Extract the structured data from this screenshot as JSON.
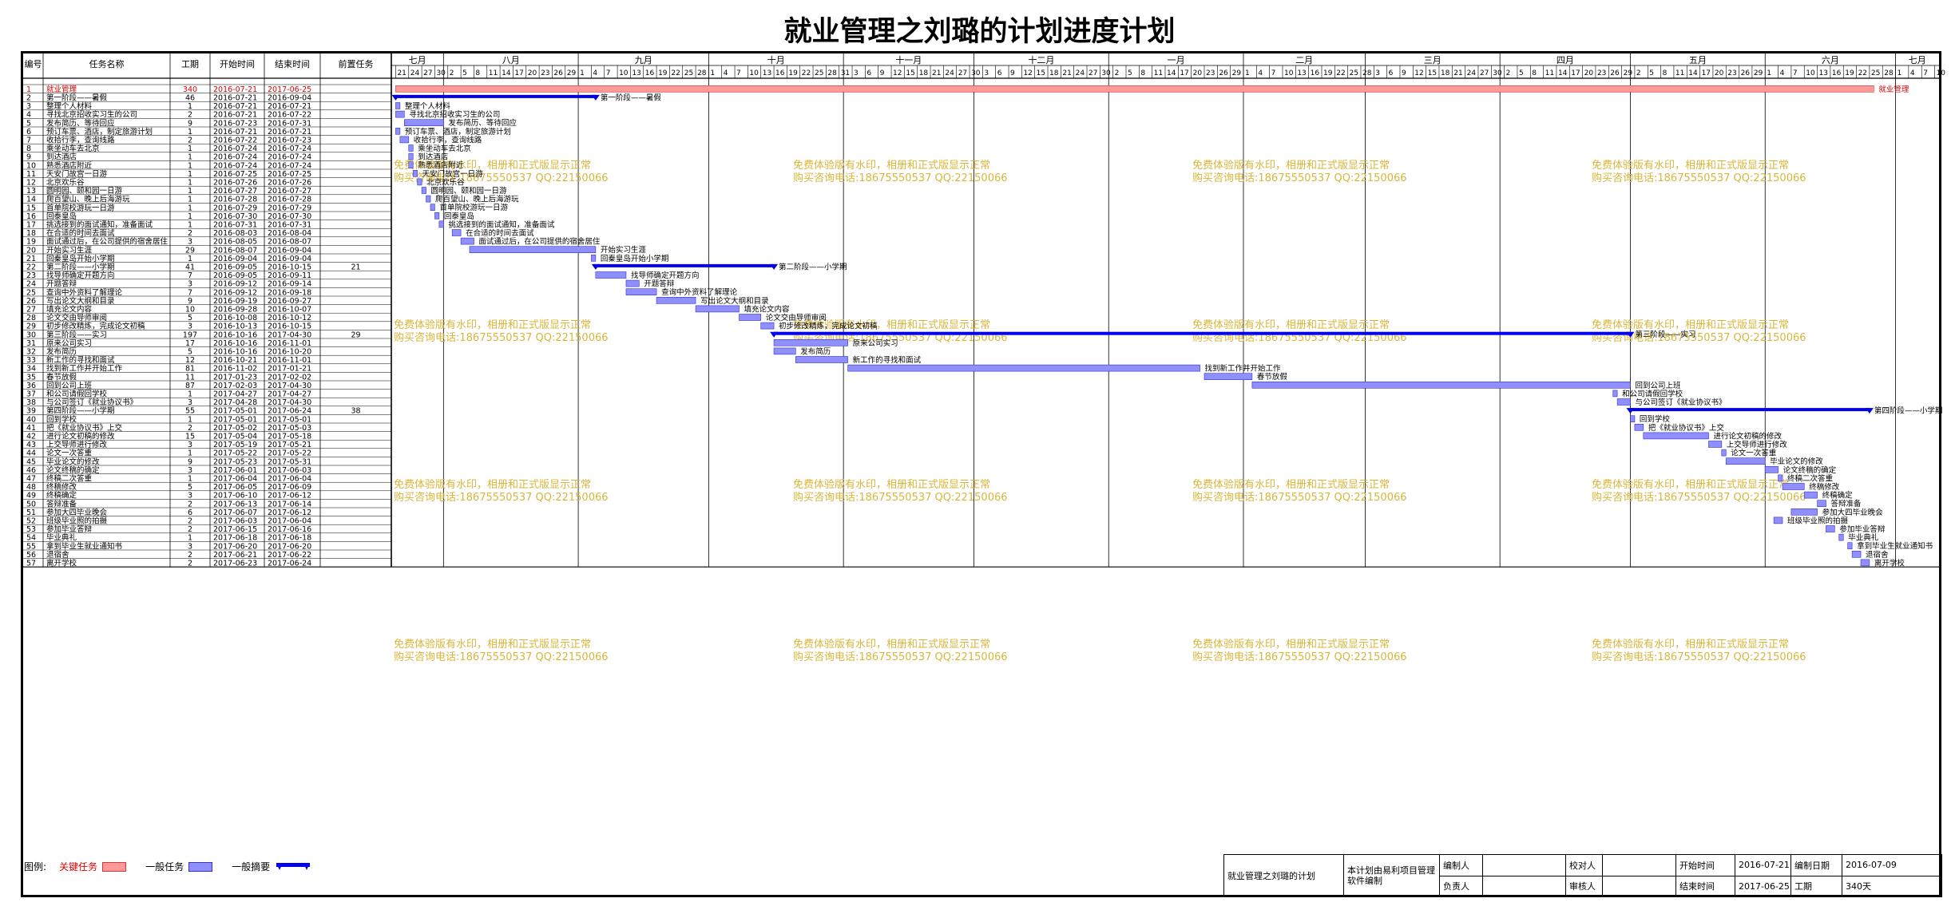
{
  "title": "就业管理之刘璐的计划进度计划",
  "colors": {
    "critical_bar": "#ff9a9a",
    "critical_text": "#dd0000",
    "task_bar": "#8f8fff",
    "summary_bar": "#0000ee",
    "watermark": "#d8b63a"
  },
  "headers": [
    "编号",
    "任务名称",
    "工期",
    "开始时间",
    "结束时间",
    "前置任务"
  ],
  "months": [
    {
      "label": "七月",
      "days": [
        "21",
        "24",
        "27",
        "30"
      ]
    },
    {
      "label": "八月",
      "days": [
        "2",
        "5",
        "8",
        "11",
        "14",
        "17",
        "20",
        "23",
        "26",
        "29"
      ]
    },
    {
      "label": "九月",
      "days": [
        "1",
        "4",
        "7",
        "10",
        "13",
        "16",
        "19",
        "22",
        "25",
        "28"
      ]
    },
    {
      "label": "十月",
      "days": [
        "1",
        "4",
        "7",
        "10",
        "13",
        "16",
        "19",
        "22",
        "25",
        "28",
        "31"
      ]
    },
    {
      "label": "十一月",
      "days": [
        "3",
        "6",
        "9",
        "12",
        "15",
        "18",
        "21",
        "24",
        "27",
        "30"
      ]
    },
    {
      "label": "十二月",
      "days": [
        "3",
        "6",
        "9",
        "12",
        "15",
        "18",
        "21",
        "24",
        "27",
        "30"
      ]
    },
    {
      "label": "一月",
      "days": [
        "2",
        "5",
        "8",
        "11",
        "14",
        "17",
        "20",
        "23",
        "26",
        "29"
      ]
    },
    {
      "label": "二月",
      "days": [
        "1",
        "4",
        "7",
        "10",
        "13",
        "16",
        "19",
        "22",
        "25",
        "28"
      ]
    },
    {
      "label": "三月",
      "days": [
        "3",
        "6",
        "9",
        "12",
        "15",
        "18",
        "21",
        "24",
        "27",
        "30"
      ]
    },
    {
      "label": "四月",
      "days": [
        "2",
        "5",
        "8",
        "11",
        "14",
        "17",
        "20",
        "23",
        "26",
        "29"
      ]
    },
    {
      "label": "五月",
      "days": [
        "2",
        "5",
        "8",
        "11",
        "14",
        "17",
        "20",
        "23",
        "26",
        "29"
      ]
    },
    {
      "label": "六月",
      "days": [
        "1",
        "4",
        "7",
        "10",
        "13",
        "16",
        "19",
        "22",
        "25",
        "28"
      ]
    },
    {
      "label": "七月",
      "days": [
        "1",
        "4",
        "7",
        "10"
      ]
    }
  ],
  "chart_data": {
    "type": "gantt",
    "title": "就业管理之刘璐的计划进度计划",
    "timeline_range": [
      "2016-07-20",
      "2017-07-11"
    ],
    "tasks": [
      {
        "id": "1",
        "name": "就业管理",
        "duration": "340",
        "start": "2016-07-21",
        "end": "2017-06-25",
        "pred": "",
        "type": "critical",
        "label": "就业管理"
      },
      {
        "id": "2",
        "name": "第一阶段——暑假",
        "duration": "46",
        "start": "2016-07-21",
        "end": "2016-09-04",
        "pred": "",
        "type": "summary",
        "label": "第一阶段——暑假"
      },
      {
        "id": "3",
        "name": "整理个人材料",
        "duration": "1",
        "start": "2016-07-21",
        "end": "2016-07-21",
        "pred": "",
        "type": "task",
        "label": "整理个人材料"
      },
      {
        "id": "4",
        "name": "寻找北京招收实习生的公司",
        "duration": "2",
        "start": "2016-07-21",
        "end": "2016-07-22",
        "pred": "",
        "type": "task",
        "label": "寻找北京招收实习生的公司"
      },
      {
        "id": "5",
        "name": "发布简历、等待回应",
        "duration": "9",
        "start": "2016-07-23",
        "end": "2016-07-31",
        "pred": "",
        "type": "task",
        "label": "发布简历、等待回应"
      },
      {
        "id": "6",
        "name": "预订车票、酒店，制定旅游计划",
        "duration": "1",
        "start": "2016-07-21",
        "end": "2016-07-21",
        "pred": "",
        "type": "task",
        "label": "预订车票、酒店，制定旅游计划"
      },
      {
        "id": "7",
        "name": "收拾行李，查询线路",
        "duration": "2",
        "start": "2016-07-22",
        "end": "2016-07-23",
        "pred": "",
        "type": "task",
        "label": "收拾行李，查询线路"
      },
      {
        "id": "8",
        "name": "乘坐动车去北京",
        "duration": "1",
        "start": "2016-07-24",
        "end": "2016-07-24",
        "pred": "",
        "type": "task",
        "label": "乘坐动车去北京"
      },
      {
        "id": "9",
        "name": "到达酒店",
        "duration": "1",
        "start": "2016-07-24",
        "end": "2016-07-24",
        "pred": "",
        "type": "task",
        "label": "到达酒店"
      },
      {
        "id": "10",
        "name": "熟悉酒店附近",
        "duration": "1",
        "start": "2016-07-24",
        "end": "2016-07-24",
        "pred": "",
        "type": "task",
        "label": "熟悉酒店附近"
      },
      {
        "id": "11",
        "name": "天安门故宫一日游",
        "duration": "1",
        "start": "2016-07-25",
        "end": "2016-07-25",
        "pred": "",
        "type": "task",
        "label": "天安门故宫一日游"
      },
      {
        "id": "12",
        "name": "北京欢乐谷",
        "duration": "1",
        "start": "2016-07-26",
        "end": "2016-07-26",
        "pred": "",
        "type": "task",
        "label": "北京欢乐谷"
      },
      {
        "id": "13",
        "name": "圆明园、颐和园一日游",
        "duration": "1",
        "start": "2016-07-27",
        "end": "2016-07-27",
        "pred": "",
        "type": "task",
        "label": "圆明园、颐和园一日游"
      },
      {
        "id": "14",
        "name": "爬百望山、晚上后海游玩",
        "duration": "1",
        "start": "2016-07-28",
        "end": "2016-07-28",
        "pred": "",
        "type": "task",
        "label": "爬百望山、晚上后海游玩"
      },
      {
        "id": "15",
        "name": "首单院校游玩一日游",
        "duration": "1",
        "start": "2016-07-29",
        "end": "2016-07-29",
        "pred": "",
        "type": "task",
        "label": "首单院校游玩一日游"
      },
      {
        "id": "16",
        "name": "回泰皇岛",
        "duration": "1",
        "start": "2016-07-30",
        "end": "2016-07-30",
        "pred": "",
        "type": "task",
        "label": "回泰皇岛"
      },
      {
        "id": "17",
        "name": "挑选接到的面试通知，准备面试",
        "duration": "1",
        "start": "2016-07-31",
        "end": "2016-07-31",
        "pred": "",
        "type": "task",
        "label": "挑选接到的面试通知，准备面试"
      },
      {
        "id": "18",
        "name": "在合适的时间去面试",
        "duration": "2",
        "start": "2016-08-03",
        "end": "2016-08-04",
        "pred": "",
        "type": "task",
        "label": "在合适的时间去面试"
      },
      {
        "id": "19",
        "name": "面试通过后，在公司提供的宿舍居住",
        "duration": "3",
        "start": "2016-08-05",
        "end": "2016-08-07",
        "pred": "",
        "type": "task",
        "label": "面试通过后，在公司提供的宿舍居住"
      },
      {
        "id": "20",
        "name": "开始实习生涯",
        "duration": "29",
        "start": "2016-08-07",
        "end": "2016-09-04",
        "pred": "",
        "type": "task",
        "label": "开始实习生涯"
      },
      {
        "id": "21",
        "name": "回秦皇岛开始小学期",
        "duration": "1",
        "start": "2016-09-04",
        "end": "2016-09-04",
        "pred": "",
        "type": "task",
        "label": "回秦皇岛开始小学期"
      },
      {
        "id": "22",
        "name": "第二阶段——小学期",
        "duration": "41",
        "start": "2016-09-05",
        "end": "2016-10-15",
        "pred": "21",
        "type": "summary",
        "label": "第二阶段——小学期"
      },
      {
        "id": "23",
        "name": "找导师确定开题方向",
        "duration": "7",
        "start": "2016-09-05",
        "end": "2016-09-11",
        "pred": "",
        "type": "task",
        "label": "找导师确定开题方向"
      },
      {
        "id": "24",
        "name": "开题答辩",
        "duration": "3",
        "start": "2016-09-12",
        "end": "2016-09-14",
        "pred": "",
        "type": "task",
        "label": "开题答辩"
      },
      {
        "id": "25",
        "name": "查询中外资料了解理论",
        "duration": "7",
        "start": "2016-09-12",
        "end": "2016-09-18",
        "pred": "",
        "type": "task",
        "label": "查询中外资料了解理论"
      },
      {
        "id": "26",
        "name": "写出论文大纲和目录",
        "duration": "9",
        "start": "2016-09-19",
        "end": "2016-09-27",
        "pred": "",
        "type": "task",
        "label": "写出论文大纲和目录"
      },
      {
        "id": "27",
        "name": "填充论文内容",
        "duration": "10",
        "start": "2016-09-28",
        "end": "2016-10-07",
        "pred": "",
        "type": "task",
        "label": "填充论文内容"
      },
      {
        "id": "28",
        "name": "论文交由导师审阅",
        "duration": "5",
        "start": "2016-10-08",
        "end": "2016-10-12",
        "pred": "",
        "type": "task",
        "label": "论文交由导师审阅"
      },
      {
        "id": "29",
        "name": "初步修改精炼，完成论文初稿",
        "duration": "3",
        "start": "2016-10-13",
        "end": "2016-10-15",
        "pred": "",
        "type": "task",
        "label": "初步修改精炼，完成论文初稿"
      },
      {
        "id": "30",
        "name": "第三阶段——实习",
        "duration": "197",
        "start": "2016-10-16",
        "end": "2017-04-30",
        "pred": "29",
        "type": "summary",
        "label": "第三阶段——实习"
      },
      {
        "id": "31",
        "name": "原来公司实习",
        "duration": "17",
        "start": "2016-10-16",
        "end": "2016-11-01",
        "pred": "",
        "type": "task",
        "label": "原来公司实习"
      },
      {
        "id": "32",
        "name": "发布简历",
        "duration": "5",
        "start": "2016-10-16",
        "end": "2016-10-20",
        "pred": "",
        "type": "task",
        "label": "发布简历"
      },
      {
        "id": "33",
        "name": "新工作的寻找和面试",
        "duration": "12",
        "start": "2016-10-21",
        "end": "2016-11-01",
        "pred": "",
        "type": "task",
        "label": "新工作的寻找和面试"
      },
      {
        "id": "34",
        "name": "找到新工作并开始工作",
        "duration": "81",
        "start": "2016-11-02",
        "end": "2017-01-21",
        "pred": "",
        "type": "task",
        "label": "找到新工作并开始工作"
      },
      {
        "id": "35",
        "name": "春节放假",
        "duration": "11",
        "start": "2017-01-23",
        "end": "2017-02-02",
        "pred": "",
        "type": "task",
        "label": "春节放假"
      },
      {
        "id": "36",
        "name": "回到公司上班",
        "duration": "87",
        "start": "2017-02-03",
        "end": "2017-04-30",
        "pred": "",
        "type": "task",
        "label": "回到公司上班"
      },
      {
        "id": "37",
        "name": "和公司请假回学校",
        "duration": "1",
        "start": "2017-04-27",
        "end": "2017-04-27",
        "pred": "",
        "type": "task",
        "label": "和公司请假回学校"
      },
      {
        "id": "38",
        "name": "与公司签订《就业协议书》",
        "duration": "3",
        "start": "2017-04-28",
        "end": "2017-04-30",
        "pred": "",
        "type": "task",
        "label": "与公司签订《就业协议书》"
      },
      {
        "id": "39",
        "name": "第四阶段——小学期",
        "duration": "55",
        "start": "2017-05-01",
        "end": "2017-06-24",
        "pred": "38",
        "type": "summary",
        "label": "第四阶段——小学期"
      },
      {
        "id": "40",
        "name": "回到学校",
        "duration": "1",
        "start": "2017-05-01",
        "end": "2017-05-01",
        "pred": "",
        "type": "task",
        "label": "回到学校"
      },
      {
        "id": "41",
        "name": "把《就业协议书》上交",
        "duration": "2",
        "start": "2017-05-02",
        "end": "2017-05-03",
        "pred": "",
        "type": "task",
        "label": "把《就业协议书》上交"
      },
      {
        "id": "42",
        "name": "进行论文初稿的修改",
        "duration": "15",
        "start": "2017-05-04",
        "end": "2017-05-18",
        "pred": "",
        "type": "task",
        "label": "进行论文初稿的修改"
      },
      {
        "id": "43",
        "name": "上交导师进行修改",
        "duration": "3",
        "start": "2017-05-19",
        "end": "2017-05-21",
        "pred": "",
        "type": "task",
        "label": "上交导师进行修改"
      },
      {
        "id": "44",
        "name": "论文一次答重",
        "duration": "1",
        "start": "2017-05-22",
        "end": "2017-05-22",
        "pred": "",
        "type": "task",
        "label": "论文一次答重"
      },
      {
        "id": "45",
        "name": "毕业论文的修改",
        "duration": "9",
        "start": "2017-05-23",
        "end": "2017-05-31",
        "pred": "",
        "type": "task",
        "label": "毕业论文的修改"
      },
      {
        "id": "46",
        "name": "论文终稿的确定",
        "duration": "3",
        "start": "2017-06-01",
        "end": "2017-06-03",
        "pred": "",
        "type": "task",
        "label": "论文终稿的确定"
      },
      {
        "id": "47",
        "name": "终稿二次答重",
        "duration": "1",
        "start": "2017-06-04",
        "end": "2017-06-04",
        "pred": "",
        "type": "task",
        "label": "终稿二次答重"
      },
      {
        "id": "48",
        "name": "终稿修改",
        "duration": "5",
        "start": "2017-06-05",
        "end": "2017-06-09",
        "pred": "",
        "type": "task",
        "label": "终稿修改"
      },
      {
        "id": "49",
        "name": "终稿确定",
        "duration": "3",
        "start": "2017-06-10",
        "end": "2017-06-12",
        "pred": "",
        "type": "task",
        "label": "终稿确定"
      },
      {
        "id": "50",
        "name": "答辩准备",
        "duration": "2",
        "start": "2017-06-13",
        "end": "2017-06-14",
        "pred": "",
        "type": "task",
        "label": "答辩准备"
      },
      {
        "id": "51",
        "name": "参加大四毕业晚会",
        "duration": "6",
        "start": "2017-06-07",
        "end": "2017-06-12",
        "pred": "",
        "type": "task",
        "label": "参加大四毕业晚会"
      },
      {
        "id": "52",
        "name": "班级毕业照的拍摄",
        "duration": "2",
        "start": "2017-06-03",
        "end": "2017-06-04",
        "pred": "",
        "type": "task",
        "label": "班级毕业照的拍摄"
      },
      {
        "id": "53",
        "name": "参加毕业答辩",
        "duration": "2",
        "start": "2017-06-15",
        "end": "2017-06-16",
        "pred": "",
        "type": "task",
        "label": "参加毕业答辩"
      },
      {
        "id": "54",
        "name": "毕业典礼",
        "duration": "1",
        "start": "2017-06-18",
        "end": "2017-06-18",
        "pred": "",
        "type": "task",
        "label": "毕业典礼"
      },
      {
        "id": "55",
        "name": "拿到毕业生就业通知书",
        "duration": "3",
        "start": "2017-06-20",
        "end": "2017-06-20",
        "pred": "",
        "type": "task",
        "label": "拿到毕业生就业通知书"
      },
      {
        "id": "56",
        "name": "退宿舍",
        "duration": "2",
        "start": "2017-06-21",
        "end": "2017-06-22",
        "pred": "",
        "type": "task",
        "label": "退宿舍"
      },
      {
        "id": "57",
        "name": "离开学校",
        "duration": "2",
        "start": "2017-06-23",
        "end": "2017-06-24",
        "pred": "",
        "type": "task",
        "label": "离开学校"
      }
    ]
  },
  "watermark": {
    "line1": "免费体验版有水印，相册和正式版显示正常",
    "line2": "购买咨询电话:18675550537 QQ:22150066"
  },
  "legend": {
    "prefix": "图例:",
    "critical": "关键任务",
    "task": "一般任务",
    "summary": "一般摘要"
  },
  "info": {
    "project_name": "就业管理之刘璐的计划",
    "software": "本计划由易利项目管理软件编制",
    "editor_label": "编制人",
    "editor_value": "",
    "reviewer_label": "校对人",
    "reviewer_value": "",
    "owner_label": "负责人",
    "owner_value": "",
    "auditor_label": "审核人",
    "auditor_value": "",
    "start_label": "开始时间",
    "start_value": "2016-07-21",
    "end_label": "结束时间",
    "end_value": "2017-06-25",
    "made_label": "编制日期",
    "made_value": "2016-07-09",
    "duration_label": "工期",
    "duration_value": "340天"
  }
}
